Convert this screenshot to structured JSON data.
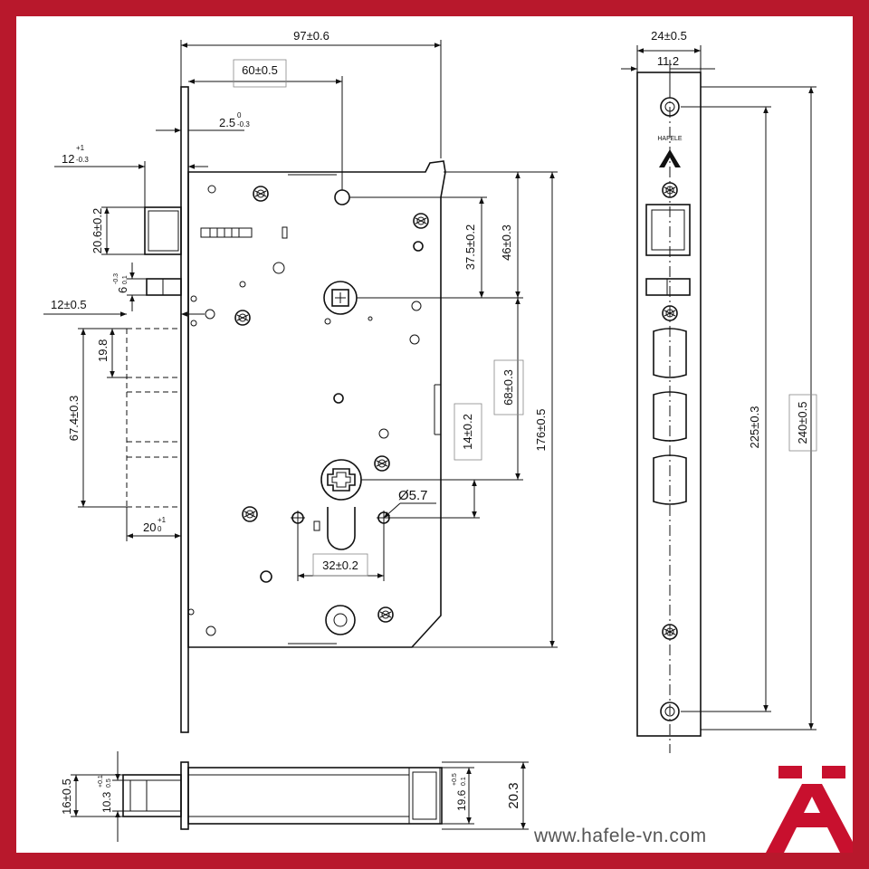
{
  "website": "www.hafele-vn.com",
  "brand_mark": "HAFELE",
  "colors": {
    "frame": "#b8182c",
    "logo": "#c8102e",
    "line": "#111111"
  },
  "front_view": {
    "dims": {
      "overall_depth": "97±0.6",
      "backset": "60±0.5",
      "faceplate_thickness_main": "2.5",
      "faceplate_thickness_sup": "0",
      "faceplate_thickness_sub": "-0.3",
      "latch_projection_main": "12",
      "latch_projection_sup": "+1",
      "latch_projection_sub": "-0.3",
      "latch_height": "20.6±0.2",
      "aux_height_main": "6",
      "aux_height_sup": "-0.3",
      "aux_height_sub": "0.1",
      "aux_projection": "12±0.5",
      "spacing_bolts": "19.8",
      "bolt_span": "67.4±0.3",
      "bolt_throw_main": "20",
      "bolt_throw_sup": "+1",
      "bolt_throw_sub": "0",
      "spindle_offset": "37.5±0.2",
      "top_to_spindle": "46±0.3",
      "spindle_to_cylinder": "68±0.3",
      "cylinder_offset": "14±0.2",
      "case_height": "176±0.5",
      "screw_diameter": "Ø5.7",
      "screw_spacing": "32±0.2"
    }
  },
  "side_view": {
    "dims": {
      "faceplate_width": "24±0.5",
      "faceplate_inner": "11.2",
      "screw_spacing": "225±0.3",
      "faceplate_length": "240±0.5"
    }
  },
  "bottom_view": {
    "dims": {
      "latch_thickness": "16±0.5",
      "inner_main": "10.3",
      "inner_sup": "+0.1",
      "inner_sub": "0.5",
      "case_inner_main": "19.6",
      "case_inner_sup": "+0.5",
      "case_inner_sub": "0.1",
      "case_thickness": "20.3"
    }
  }
}
